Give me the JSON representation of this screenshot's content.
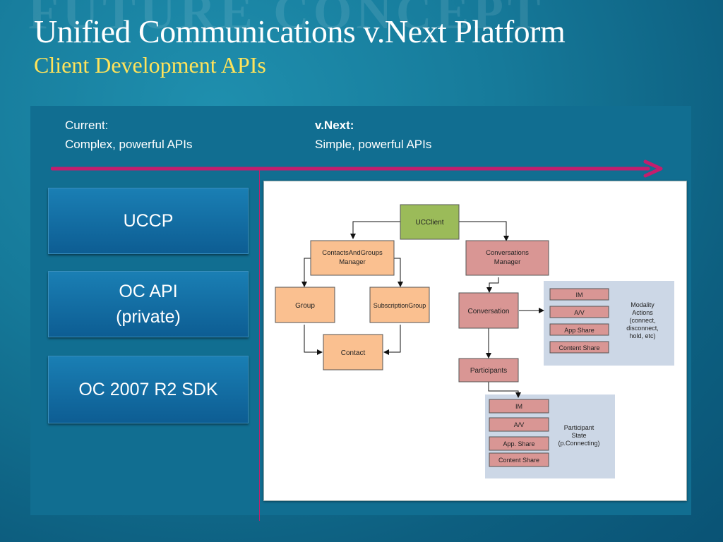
{
  "slide": {
    "watermark": "FUTURE CONCEPT",
    "title": "Unified Communications v.Next Platform",
    "subtitle": "Client Development APIs"
  },
  "timeline": {
    "current_heading": "Current:",
    "current_desc": "Complex, powerful APIs",
    "next_heading": "v.Next:",
    "next_desc": "Simple, powerful APIs",
    "arrow_color": "#c31e6d"
  },
  "left_boxes": [
    {
      "label": "UCCP"
    },
    {
      "label": "OC API\n(private)"
    },
    {
      "label": "OC 2007 R2 SDK"
    }
  ],
  "diagram": {
    "ucclient": "UCClient",
    "contacts_groups_manager": [
      "ContactsAndGroups",
      "Manager"
    ],
    "conversations_manager": [
      "Conversations",
      "Manager"
    ],
    "group": "Group",
    "subscription_group": "SubscriptionGroup",
    "contact": "Contact",
    "conversation": "Conversation",
    "participants": "Participants",
    "modality_items": [
      "IM",
      "A/V",
      "App Share",
      "Content Share"
    ],
    "modality_label": [
      "Modality",
      "Actions",
      "(connect,",
      "disconnect,",
      "hold, etc)"
    ],
    "participant_items": [
      "IM",
      "A/V",
      "App. Share",
      "Content Share"
    ],
    "participant_label": [
      "Participant",
      "State",
      "(p.Connecting)"
    ],
    "colors": {
      "green": "#9bbb59",
      "orange": "#fac090",
      "pink": "#d99694",
      "group_bg": "#ccd7e6"
    }
  }
}
